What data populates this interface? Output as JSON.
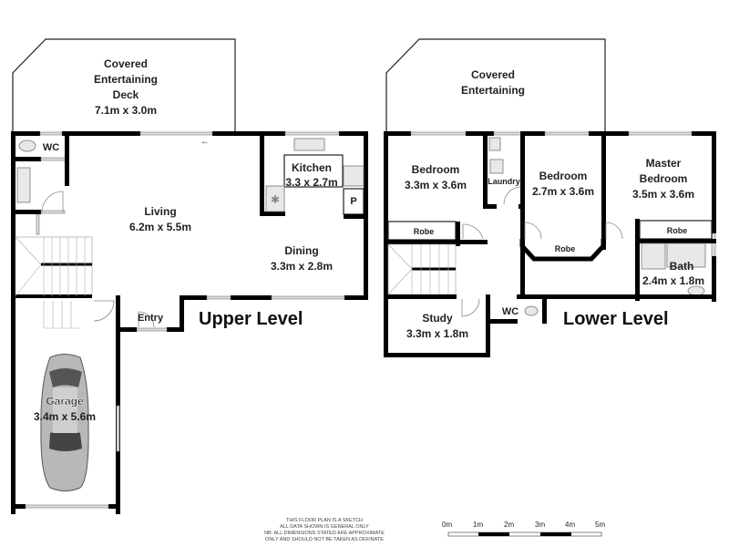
{
  "upper_level": {
    "title": "Upper Level",
    "rooms": [
      {
        "name": "Covered",
        "line2": "Entertaining",
        "line3": "Deck",
        "dims": "7.1m x 3.0m"
      },
      {
        "name": "WC"
      },
      {
        "name": "Living",
        "dims": "6.2m x 5.5m"
      },
      {
        "name": "Kitchen",
        "dims": "3.3 x 2.7m"
      },
      {
        "name": "P"
      },
      {
        "name": "Dining",
        "dims": "3.3m x 2.8m"
      },
      {
        "name": "Entry"
      },
      {
        "name": "Garage",
        "dims": "3.4m x 5.6m"
      }
    ]
  },
  "lower_level": {
    "title": "Lower Level",
    "rooms": [
      {
        "name": "Covered",
        "line2": "Entertaining"
      },
      {
        "name": "Bedroom",
        "dims": "3.3m x 3.6m"
      },
      {
        "name": "Laundry"
      },
      {
        "name": "Bedroom",
        "dims": "2.7m x 3.6m"
      },
      {
        "name": "Master",
        "line2": "Bedroom",
        "dims": "3.5m x 3.6m"
      },
      {
        "name": "Robe"
      },
      {
        "name": "Robe"
      },
      {
        "name": "Robe"
      },
      {
        "name": "Bath",
        "dims": "2.4m x 1.8m"
      },
      {
        "name": "Study",
        "dims": "3.3m x 1.8m"
      },
      {
        "name": "WC"
      }
    ]
  },
  "disclaimer": [
    "THIS FLOOR PLAN IS A SKETCH",
    "ALL DATA SHOWN IS GENERAL ONLY",
    "NB: ALL DIMENSIONS STATED ARE APPROXIMATE",
    "ONLY AND SHOULD NOT BE TAKEN AS DEFINATE"
  ],
  "scale_bar": {
    "ticks": [
      "0m",
      "1m",
      "2m",
      "3m",
      "4m",
      "5m"
    ]
  },
  "colors": {
    "wall": "#000000",
    "background": "#ffffff",
    "window": "#dddddd"
  }
}
